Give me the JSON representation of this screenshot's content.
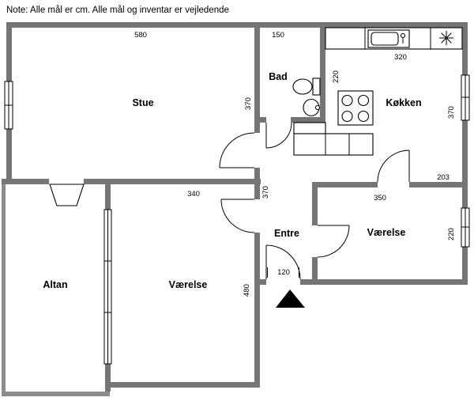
{
  "title_note": "Note: Alle mål er cm. Alle mål og inventar er vejledende",
  "rooms": {
    "stue": {
      "label": "Stue"
    },
    "bad": {
      "label": "Bad"
    },
    "kokken": {
      "label": "Køkken"
    },
    "entre": {
      "label": "Entre"
    },
    "vaerelse_right": {
      "label": "Værelse"
    },
    "vaerelse_bottom": {
      "label": "Værelse"
    },
    "altan": {
      "label": "Altan"
    }
  },
  "dimensions_cm": {
    "stue_width": "580",
    "stue_depth": "370",
    "bad_width": "150",
    "kokken_width": "320",
    "kokken_left_depth": "220",
    "kokken_right_depth": "370",
    "kokken_opening": "203",
    "entre_length": "370",
    "entrance_width": "120",
    "vaerelse_bottom_width": "340",
    "vaerelse_bottom_length": "480",
    "vaerelse_right_width": "350",
    "vaerelse_right_depth": "220"
  },
  "icons": {
    "vent": "✳",
    "entry_arrow": "▲"
  },
  "colors": {
    "wall": "#757575",
    "balcony_wall": "#8c8c8c",
    "background": "#ffffff",
    "line": "#000000"
  }
}
